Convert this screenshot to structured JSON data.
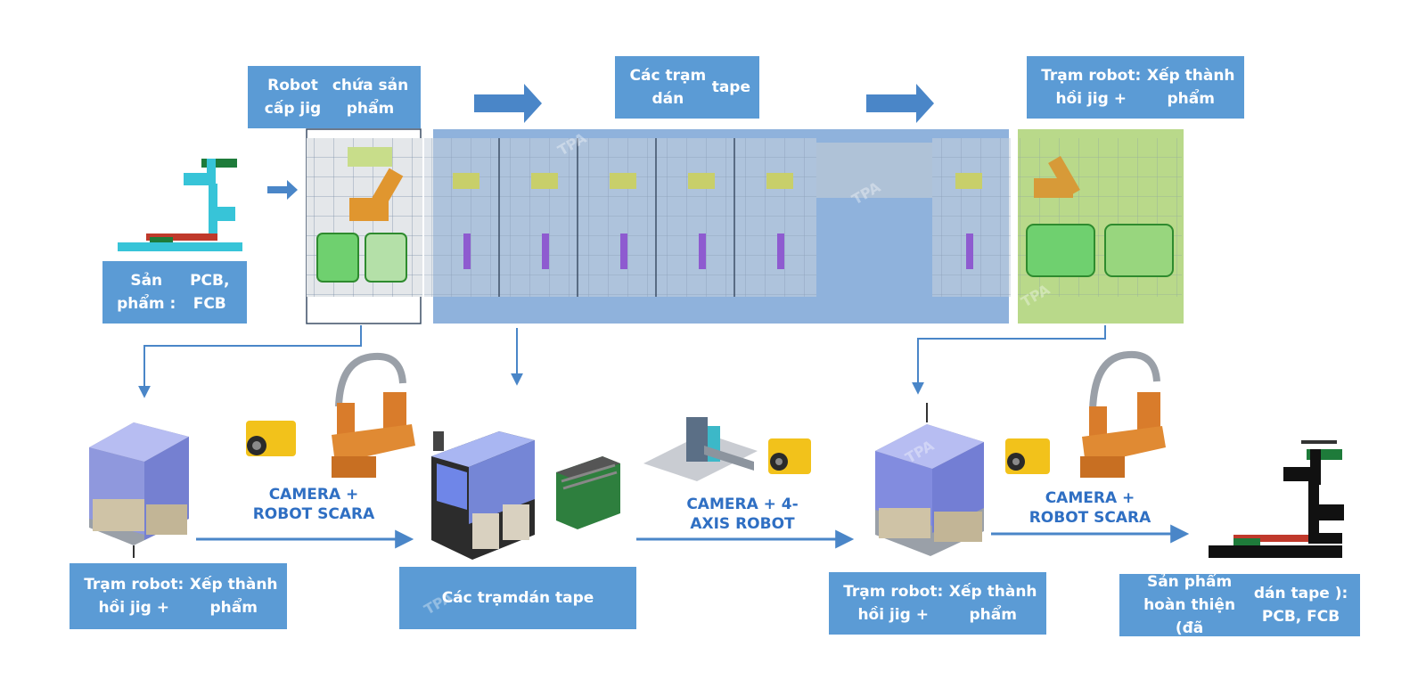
{
  "top": {
    "jig_robot_label": [
      "Robot cấp jig",
      "chứa sản phẩm"
    ],
    "tape_stations_label": [
      "Các trạm dán",
      "tape"
    ],
    "unload_robot_label": [
      "Trạm robot: hồi jig +",
      "Xếp thành phẩm"
    ],
    "input_product_label": [
      "Sản phẩm :",
      "PCB, FCB"
    ]
  },
  "bottom": {
    "station1_label": [
      "Trạm robot: hồi jig +",
      "Xếp thành phẩm"
    ],
    "station2_label": [
      "Các trạm",
      "dán tape"
    ],
    "station3_label": [
      "Trạm robot: hồi jig +",
      "Xếp thành phẩm"
    ],
    "finished_label": [
      "Sản phẩm hoàn thiện (đã",
      "dán tape ): PCB, FCB"
    ],
    "camera1_caption": [
      "CAMERA +",
      "ROBOT SCARA"
    ],
    "camera2_caption": [
      "CAMERA + 4-",
      "AXIS ROBOT"
    ],
    "camera3_caption": [
      "CAMERA +",
      "ROBOT SCARA"
    ]
  },
  "colors": {
    "label_bg": "#5b9bd5",
    "arrow": "#4a86c8",
    "tape_zone": "#8fb2dc",
    "unload_zone": "#b9d98a",
    "caption": "#2f6fc3"
  },
  "watermark": "TPA"
}
